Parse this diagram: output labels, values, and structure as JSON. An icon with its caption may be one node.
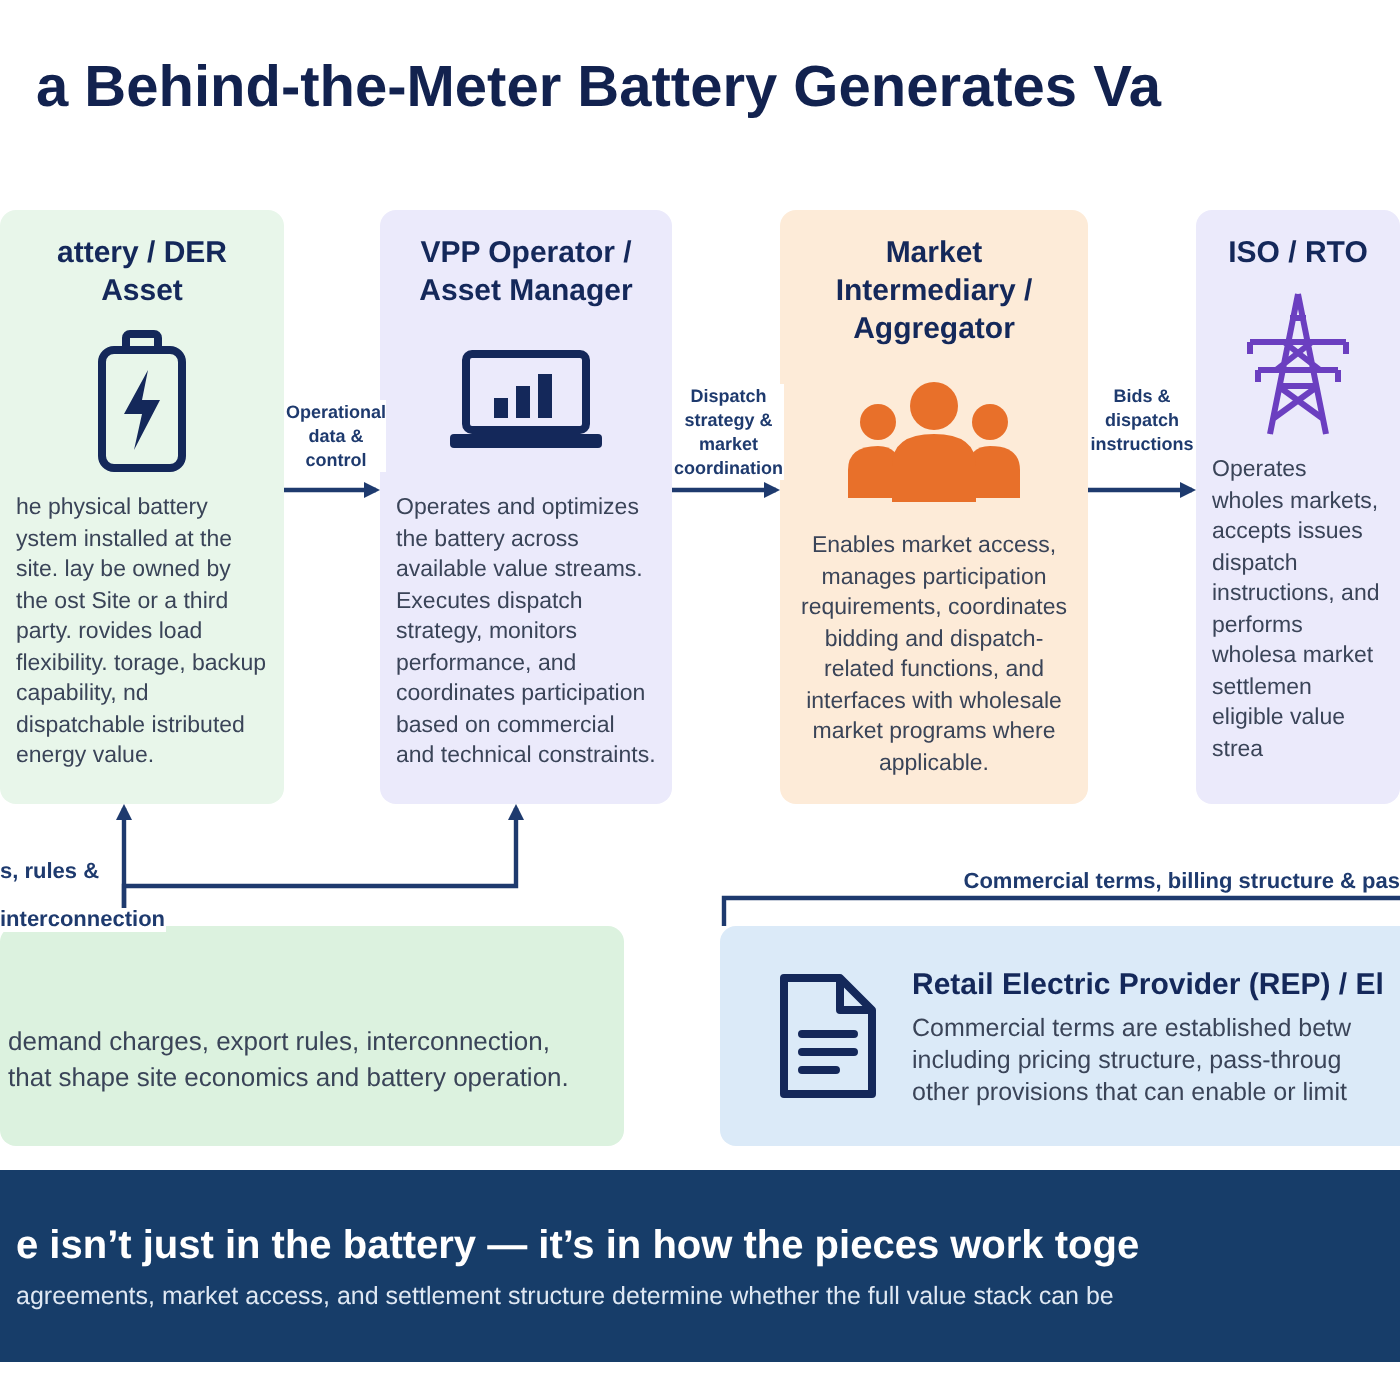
{
  "diagram": {
    "title": "a Behind-the-Meter Battery Generates Va",
    "nodes": [
      {
        "text": [
          "attery / DER Asset",
          "he physical battery ystem installed at the site. lay be owned by the ost Site or a third party. rovides load flexibility. torage, backup capability, nd dispatchable istributed energy value."
        ]
      },
      {
        "text": [
          "VPP Operator / Asset Manager",
          "Operates and optimizes the battery across available value streams. Executes dispatch strategy, monitors performance, and coordinates participation based on commercial and technical constraints."
        ]
      },
      {
        "text": [
          "Market Intermediary / Aggregator",
          "Enables market access, manages participation requirements, coordinates bidding and dispatch-related functions, and interfaces with wholesale market programs where applicable."
        ]
      },
      {
        "text": [
          "ISO / RTO",
          "Operates wholes markets, accepts issues dispatch instructions, and performs wholesa market settlemen eligible value strea"
        ]
      },
      {
        "text": [
          "demand charges, export rules, interconnection, that shape site economics and battery operation."
        ]
      },
      {
        "text": [
          "Retail Electric Provider (REP) / El",
          "Commercial terms are established betw including pricing structure, pass-throug other provisions that can enable or limit"
        ]
      },
      {
        "text": [
          "e isn’t just in the battery — it’s in how the pieces work toge",
          "agreements, market access, and settlement structure determine whether the full value stack can be"
        ]
      }
    ],
    "edges": [
      {
        "from": 0,
        "to": 1,
        "arrow": "to",
        "label": "Operational data & control"
      },
      {
        "from": 1,
        "to": 2,
        "arrow": "to",
        "label": "Dispatch strategy & market coordination"
      },
      {
        "from": 2,
        "to": 3,
        "arrow": "to",
        "label": "Bids & dispatch instructions"
      },
      {
        "from": 4,
        "to": 0,
        "arrow": "to",
        "label": "s, rules & interconnection"
      },
      {
        "from": 4,
        "to": 1,
        "arrow": "to"
      },
      {
        "from": 5,
        "to": null,
        "arrow": "none",
        "label": "Commercial terms, billing structure & pas"
      }
    ]
  }
}
